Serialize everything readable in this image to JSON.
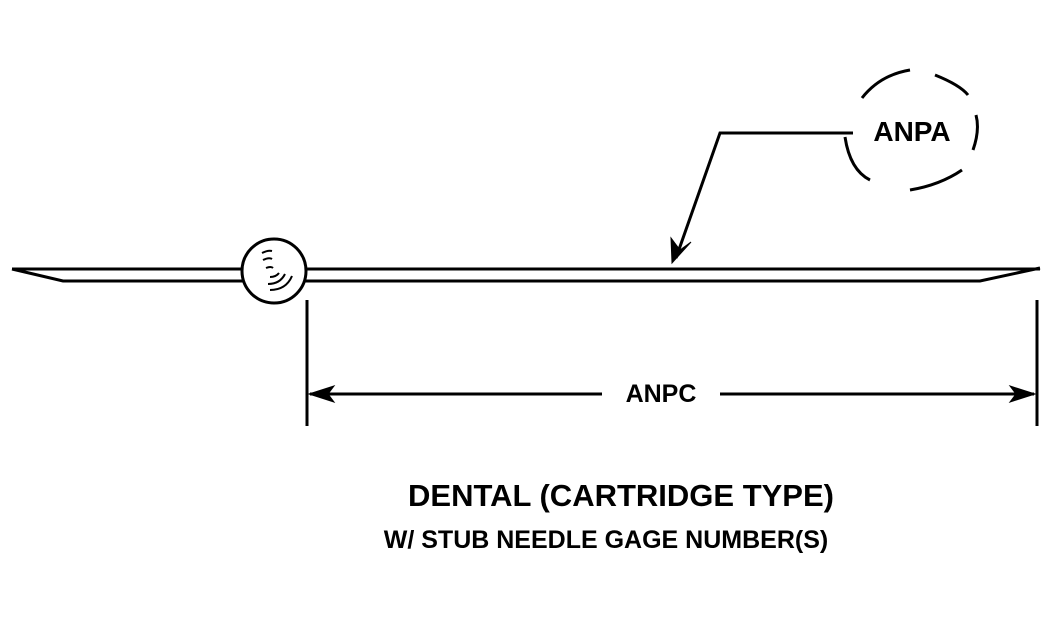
{
  "labels": {
    "callout": "ANPA",
    "dimension": "ANPC"
  },
  "caption": {
    "line1": "DENTAL (CARTRIDGE TYPE)",
    "line2": "W/ STUB NEEDLE GAGE NUMBER(S)"
  },
  "colors": {
    "ink": "#000000",
    "background": "#ffffff"
  }
}
